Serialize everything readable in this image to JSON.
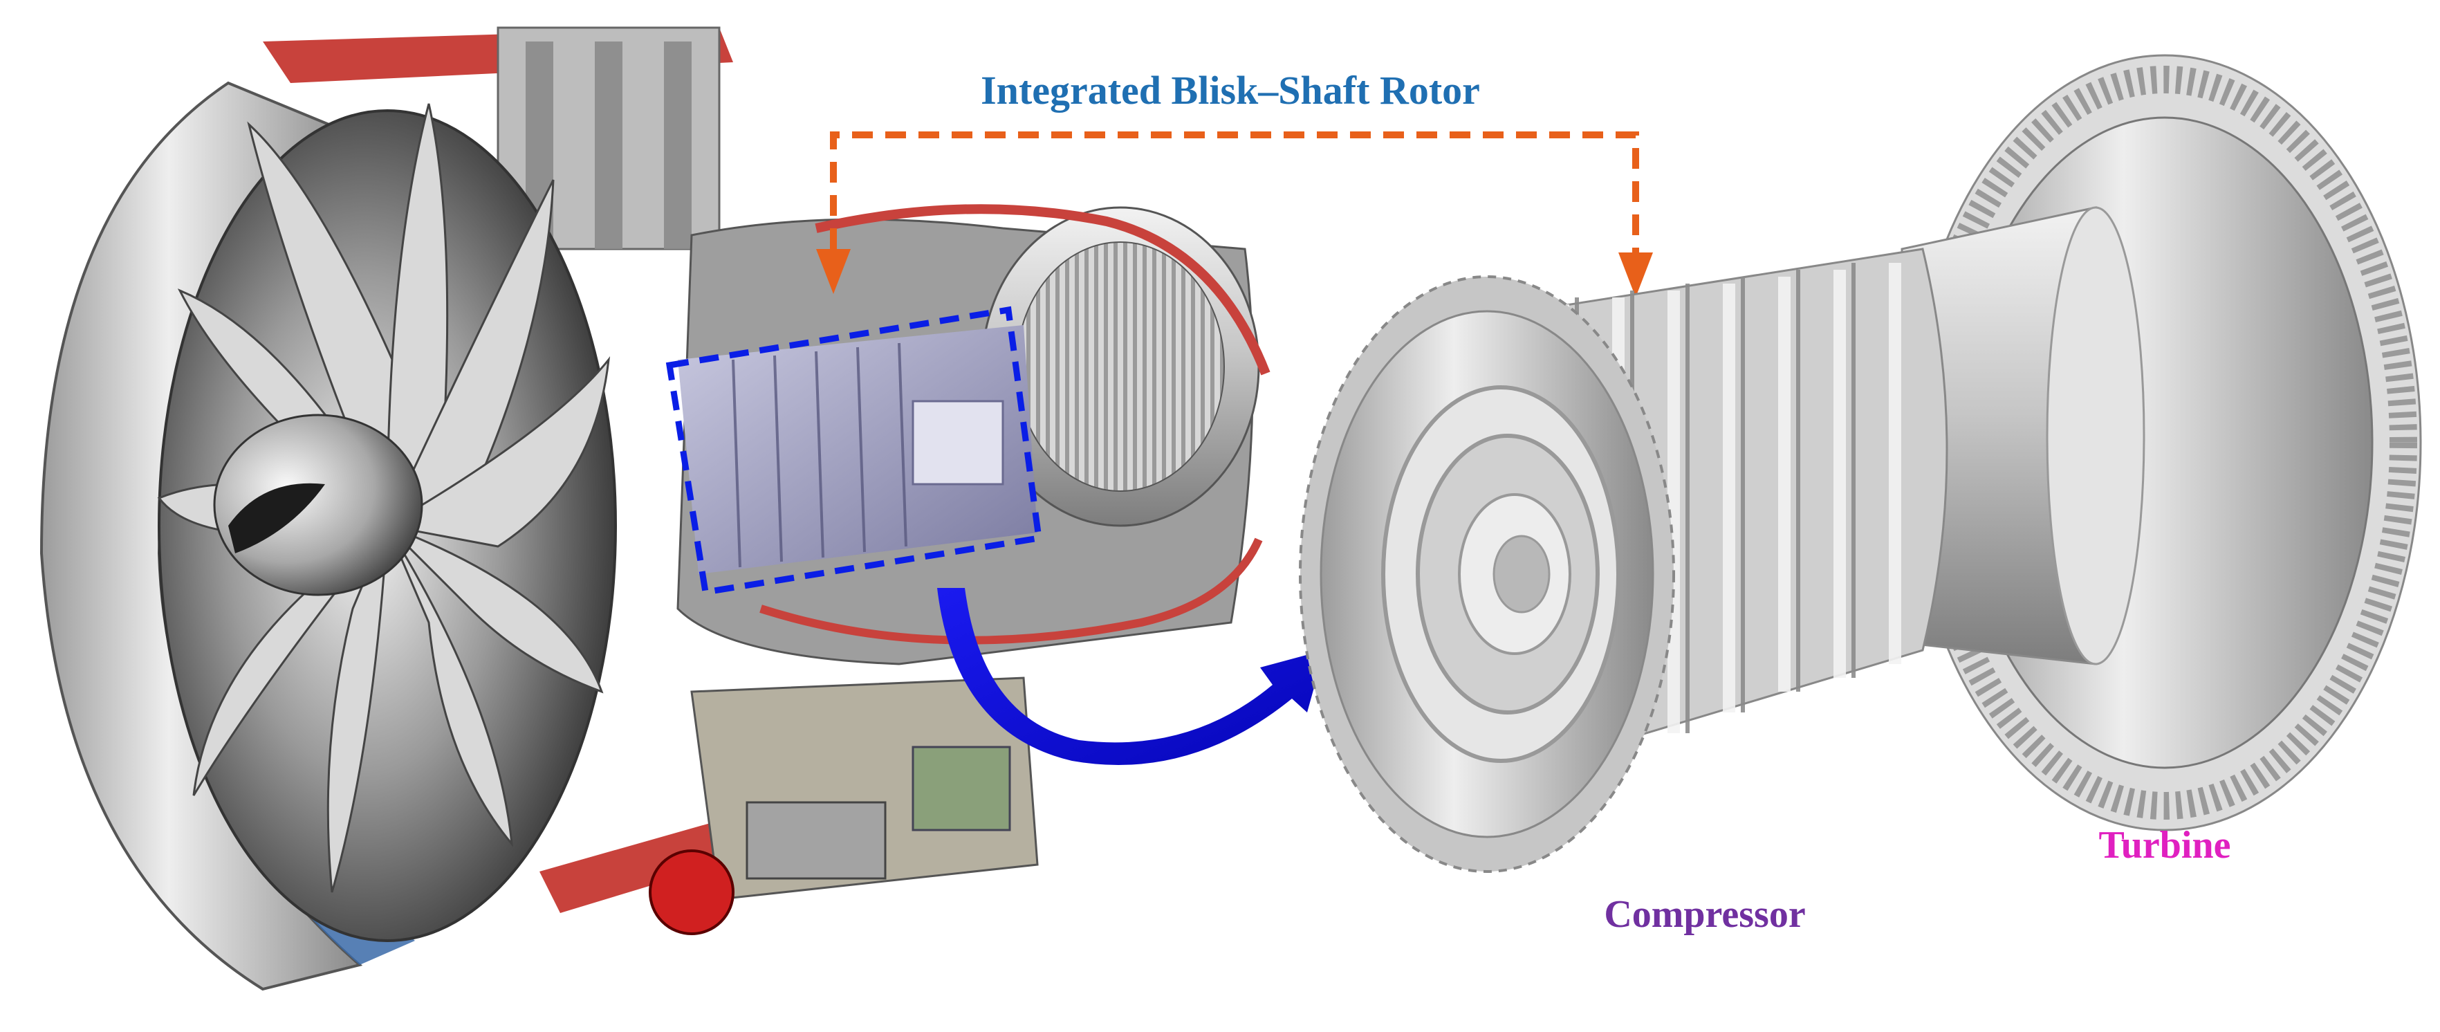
{
  "labels": {
    "title": "Integrated Blisk–Shaft Rotor",
    "compressor": "Compressor",
    "turbine": "Turbine"
  },
  "colors": {
    "title": "#1f6fb2",
    "compressor": "#7030a0",
    "turbine": "#e020c0",
    "orange_arrow": "#e8601a",
    "blue_box": "#0a1ee6",
    "blue_arrow": "#0a10e0",
    "nacelle_red": "#c8423c",
    "fan_case_blue": "#3a6aa8"
  },
  "icons": {
    "engine": "turbofan-engine-cutaway-icon",
    "rotor": "blisk-shaft-rotor-icon"
  }
}
